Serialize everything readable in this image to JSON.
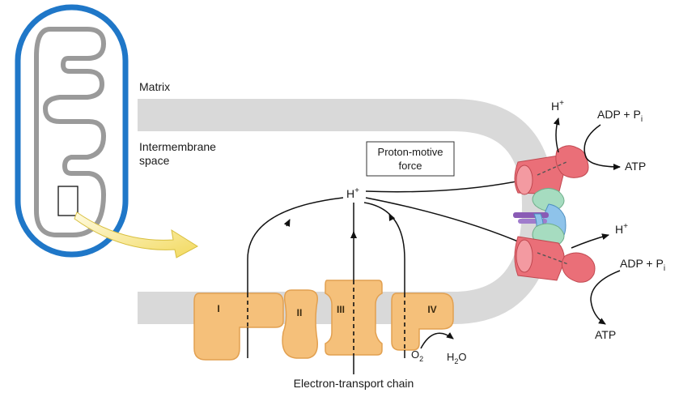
{
  "labels": {
    "matrix": "Matrix",
    "intermembrane_line1": "Intermembrane",
    "intermembrane_line2": "space",
    "pmf_line1": "Proton-motive",
    "pmf_line2": "force",
    "h_plus_center": "H",
    "h_plus_top": "H",
    "h_plus_mid": "H",
    "plus": "+",
    "adp_top": "ADP + P",
    "adp_bottom": "ADP + P",
    "pi_sub": "i",
    "atp_top": "ATP",
    "atp_bottom": "ATP",
    "o2": "O",
    "o2_sub": "2",
    "h2o_h": "H",
    "h2o_sub": "2",
    "h2o_o": "O",
    "etc": "Electron-transport chain"
  },
  "complexes": [
    "I",
    "II",
    "III",
    "IV"
  ],
  "colors": {
    "membrane": "#d9d9d9",
    "mito_outer": "#1f77c8",
    "mito_inner": "#9a9a9a",
    "complex_fill": "#f5c07a",
    "complex_stroke": "#e2a050",
    "atp_synthase_red": "#ea6f78",
    "atp_synthase_green": "#a6dcc0",
    "atp_synthase_blue": "#8ec3ea",
    "atp_synthase_purple": "#8a5bb5",
    "zoom_arrow": "#f5e27a"
  }
}
